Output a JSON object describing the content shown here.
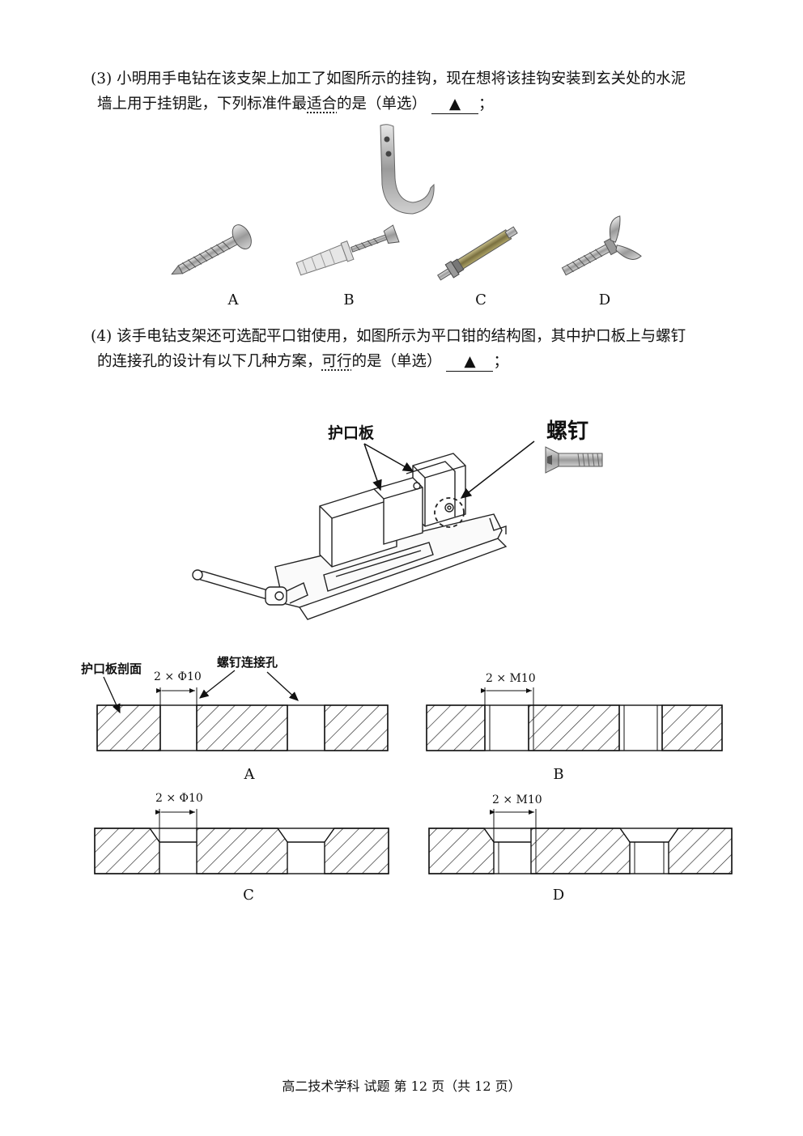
{
  "q3": {
    "line1": "(3) 小明用手电钻在该支架上加工了如图所示的挂钩，现在想将该挂钩安装到玄关处的水泥",
    "line2_a": "墙上用于挂钥匙，下列标准件最",
    "line2_emph": "适合",
    "line2_b": "的是（单选）",
    "answer_mark": "▲",
    "line2_end": "；",
    "options": [
      "A",
      "B",
      "C",
      "D"
    ]
  },
  "q4": {
    "line1": "(4) 该手电钻支架还可选配平口钳使用，如图所示为平口钳的结构图，其中护口板上与螺钉",
    "line2_a": "的连接孔的设计有以下几种方案，",
    "line2_emph": "可行",
    "line2_b": "的是（单选）",
    "answer_mark": "▲",
    "line2_end": "；",
    "vise_label_plate": "护口板",
    "vise_label_screw": "螺钉",
    "section_label": "护口板剖面",
    "hole_label": "螺钉连接孔",
    "dims": {
      "a": "2 × Φ10",
      "b": "2 × M10",
      "c": "2 × Φ10",
      "d": "2 × M10"
    },
    "options": [
      "A",
      "B",
      "C",
      "D"
    ]
  },
  "footer": "高二技术学科  试题  第 12 页（共 12 页）"
}
